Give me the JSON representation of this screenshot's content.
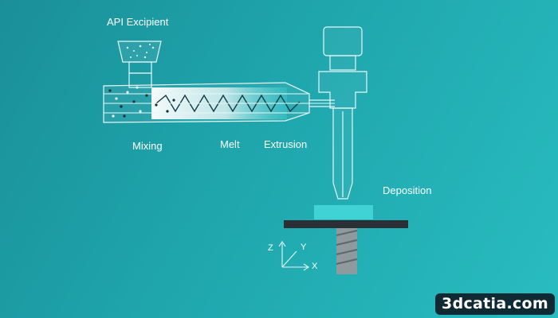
{
  "labels": {
    "api_excipient": "API Excipient",
    "mixing": "Mixing",
    "melt": "Melt",
    "extrusion": "Extrusion",
    "deposition": "Deposition"
  },
  "axes": {
    "x": "X",
    "y": "Y",
    "z": "Z"
  },
  "watermark": "3dcatia.com",
  "colors": {
    "background": "#1fa6ad",
    "lines": "#e8f6f7",
    "nozzle_block": "#3fd3d6",
    "build_plate": "#2b3037",
    "screw_rod": "#8f9a9e"
  }
}
